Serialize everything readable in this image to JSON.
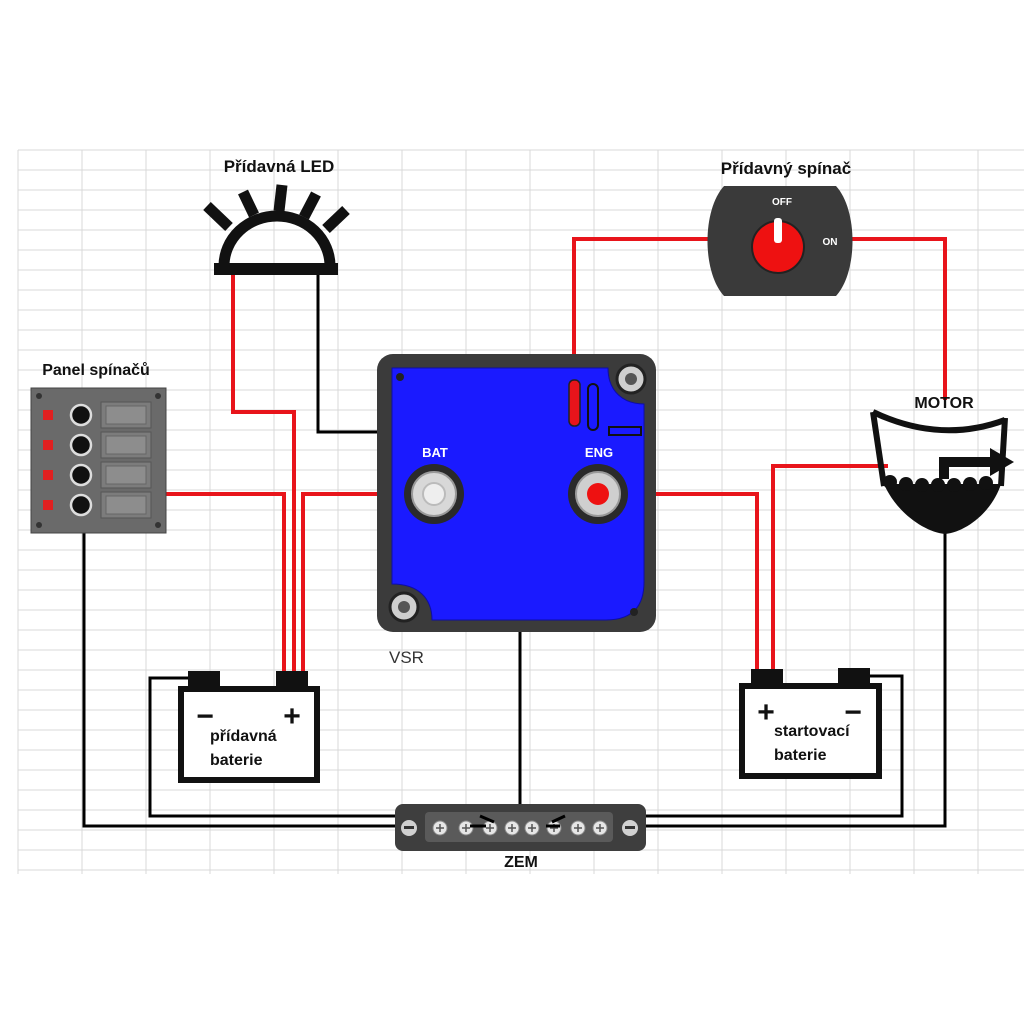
{
  "labels": {
    "led": "Přídavná LED",
    "switch": "Přídavný spínač",
    "switch_off": "OFF",
    "switch_on": "ON",
    "panel": "Panel spínačů",
    "motor": "MOTOR",
    "vsr_bat": "BAT",
    "vsr_eng": "ENG",
    "vsr": "VSR",
    "battery_aux_line1": "přídavná",
    "battery_aux_line2": "baterie",
    "battery_start_line1": "startovací",
    "battery_start_line2": "baterie",
    "battery_minus": "−",
    "battery_plus": "+",
    "ground": "ZEM"
  },
  "colors": {
    "wire_positive": "#e8141b",
    "wire_ground": "#000000",
    "vsr_body": "#1a1aff",
    "vsr_frame": "#3b3b3b",
    "switch_knob": "#ee1111",
    "switch_plate": "#3a3a3a",
    "grid_line": "#d9d9d9"
  },
  "icons": {
    "led": "led-lamp-icon",
    "switch": "rotary-switch-icon",
    "panel": "switch-panel-icon",
    "motor": "outboard-motor-icon",
    "battery": "battery-icon",
    "ground": "ground-busbar-icon"
  }
}
